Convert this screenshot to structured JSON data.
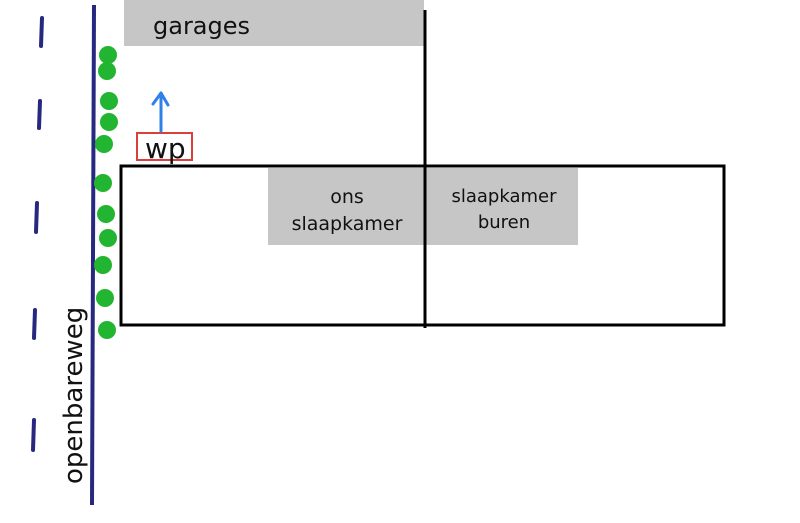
{
  "labels": {
    "garages": "garages",
    "ons_slaapkamer_line1": "ons",
    "ons_slaapkamer_line2": "slaapkamer",
    "slaapkamer_buren_line1": "slaapkamer",
    "slaapkamer_buren_line2": "buren",
    "wp": "wp",
    "openbareweg": "openbareweg"
  },
  "colors": {
    "road_line": "#27287f",
    "hedge_dot": "#22b532",
    "arrow": "#2f80ea",
    "wp_box": "#d9403a",
    "gray_fill": "#c6c6c6",
    "outline": "#000000"
  },
  "icons": {
    "arrow": "up-arrow-icon",
    "hedge": "green-dot-icon"
  }
}
